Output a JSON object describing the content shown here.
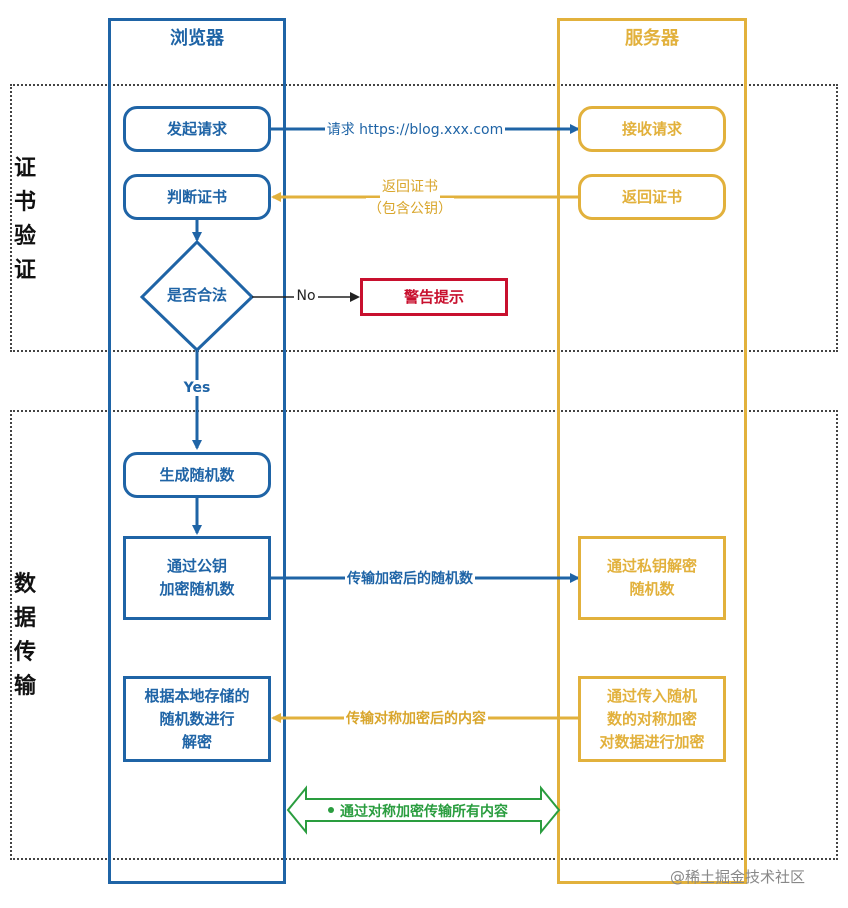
{
  "lanes": {
    "browser": "浏览器",
    "server": "服务器"
  },
  "sections": {
    "cert_verification": [
      "证",
      "书",
      "验",
      "证"
    ],
    "data_transfer": [
      "数",
      "据",
      "传",
      "输"
    ]
  },
  "nodes": {
    "send_request": "发起请求",
    "judge_cert": "判断证书",
    "is_legal": "是否合法",
    "warning": "警告提示",
    "generate_random": "生成随机数",
    "encrypt_random": [
      "通过公钥",
      "加密随机数"
    ],
    "decrypt_local": [
      "根据本地存储的",
      "随机数进行",
      "解密"
    ],
    "receive_request": "接收请求",
    "return_cert": "返回证书",
    "decrypt_private": [
      "通过私钥解密",
      "随机数"
    ],
    "encrypt_content": [
      "通过传入随机",
      "数的对称加密",
      "对数据进行加密"
    ]
  },
  "edges": {
    "request": "请求 https://blog.xxx.com",
    "return_cert": [
      "返回证书",
      "（包含公钥）"
    ],
    "no": "No",
    "yes": "Yes",
    "send_random": "传输加密后的随机数",
    "send_content": "传输对称加密后的内容",
    "symmetric": "通过对称加密传输所有内容"
  },
  "watermark": "@稀土掘金技术社区",
  "colors": {
    "browser": "#1f64a6",
    "server": "#e2b13c",
    "warning": "#c8102e",
    "symmetric": "#2a9d3f"
  }
}
